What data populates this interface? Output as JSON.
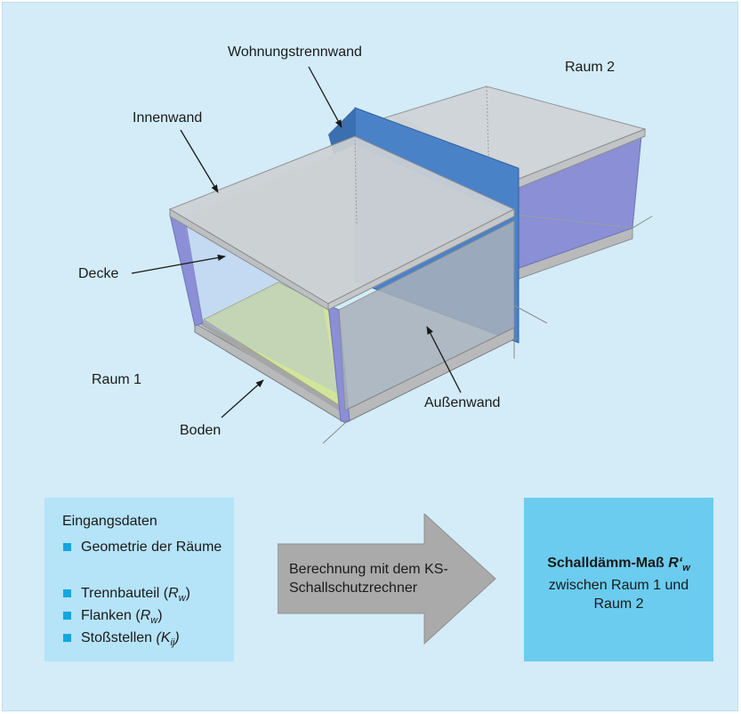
{
  "colors": {
    "background": "#d3ecf8",
    "inputs_box": "#b5e3f8",
    "result_box": "#6bccef",
    "bullet": "#12a7e0",
    "separating_wall": "#4a82c8",
    "wall_panel": "#8a8fd6",
    "floor_panel": "#d2e59a",
    "arrow": "#aaaaaa"
  },
  "labels": {
    "wohnungstrennwand": "Wohnungstrennwand",
    "raum2": "Raum 2",
    "innenwand": "Innenwand",
    "decke": "Decke",
    "raum1": "Raum 1",
    "aussenwand": "Außenwand",
    "boden": "Boden"
  },
  "inputs": {
    "title": "Eingangsdaten",
    "items": [
      {
        "text": "Geometrie der Räume",
        "symbol": "",
        "sub": ""
      },
      {
        "text": "Trennbauteil (",
        "symbol": "R",
        "sub": "w",
        "close": ")"
      },
      {
        "text": "Flanken (",
        "symbol": "R",
        "sub": "w",
        "close": ")"
      },
      {
        "text": "Stoßstellen ",
        "symbol": "(K",
        "sub": "ij",
        "close": ")"
      }
    ]
  },
  "process": {
    "text": "Berechnung mit dem KS-Schallschutzrechner"
  },
  "result": {
    "title_prefix": "Schalldämm-Maß ",
    "title_symbol": "R‘",
    "title_sub": "w",
    "text": "zwischen Raum 1 und Raum 2"
  }
}
